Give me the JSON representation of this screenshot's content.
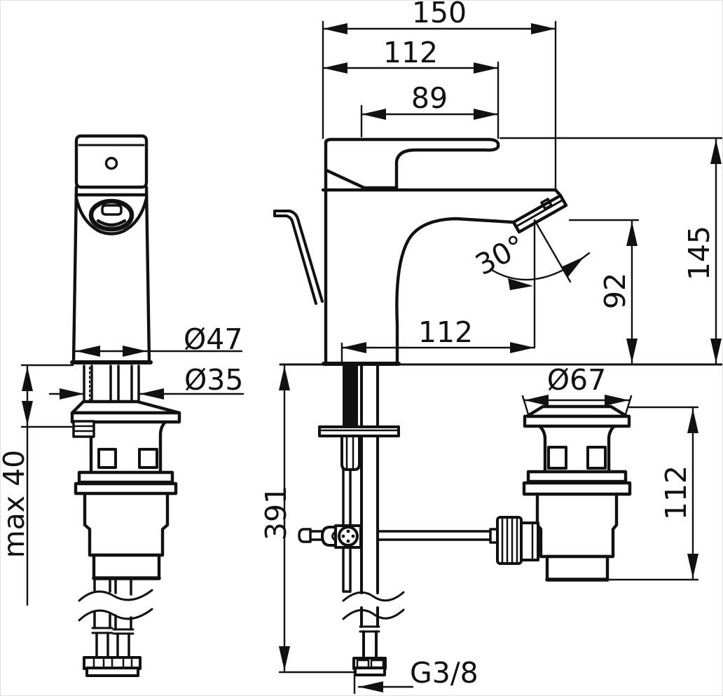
{
  "drawing": {
    "background": "#ffffff",
    "line_color": "#111111",
    "subject": "basin mixer technical dimension drawing"
  },
  "dimensions": {
    "overall_depth": "150",
    "body_to_handle": "112",
    "lever_length": "89",
    "overall_height": "145",
    "spout_height": "92",
    "spout_angle": "30°",
    "base_diameter": "Ø47",
    "hole_diameter": "Ø35",
    "max_deck_thickness": "max 40",
    "spout_reach": "112",
    "waste_flange_diameter": "Ø67",
    "waste_height": "112",
    "install_depth": "391",
    "thread_size": "G3/8"
  }
}
